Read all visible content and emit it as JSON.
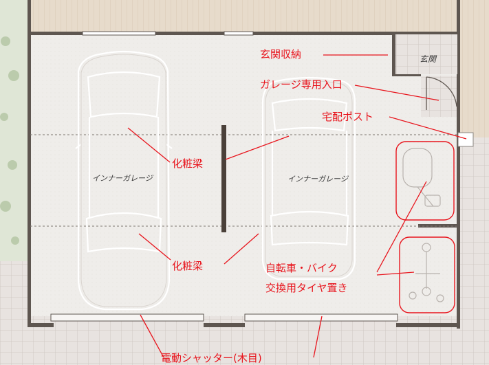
{
  "labels": {
    "genkan_storage": "玄関収納",
    "genkan": "玄関",
    "garage_entrance": "ガレージ専用入口",
    "delivery_box": "宅配ポスト",
    "beam_upper": "化粧梁",
    "beam_lower": "化粧梁",
    "bike_line1": "自転車・バイク",
    "bike_line2": "交換用タイヤ置き",
    "shutter": "電動シャッター(木目)",
    "car_left": "インナーガレージ",
    "car_right": "インナーガレージ"
  },
  "colors": {
    "annotation": "#e8141c",
    "floor": "#efedea",
    "wall": "#5e5650",
    "tile": "#e3dedb",
    "wood": "#e6d9c8",
    "beam": "#4a4039"
  }
}
